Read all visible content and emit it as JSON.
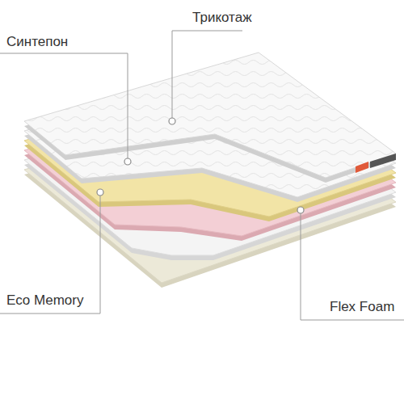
{
  "diagram": {
    "labels": [
      "Трикотаж",
      "Синтепон",
      "Eco Memory",
      "Flex Foam"
    ]
  }
}
